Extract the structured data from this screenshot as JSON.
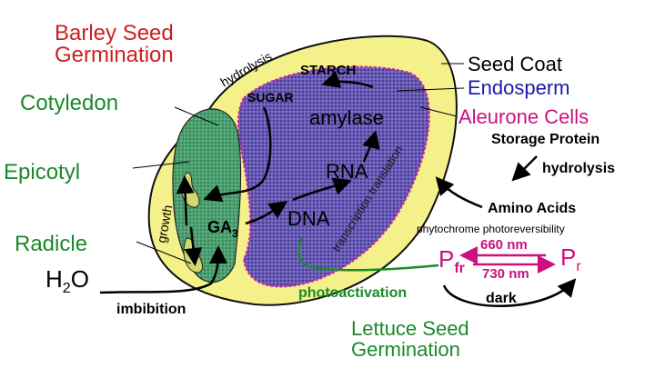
{
  "title_barley": {
    "line1": "Barley Seed",
    "line2": "Germination"
  },
  "title_lettuce": {
    "line1": "Lettuce Seed",
    "line2": "Germination"
  },
  "structures": {
    "cotyledon": "Cotyledon",
    "epicotyl": "Epicotyl",
    "radicle": "Radicle",
    "seed_coat": "Seed Coat",
    "endosperm": "Endosperm",
    "aleurone": "Aleurone Cells",
    "storage_protein": "Storage Protein"
  },
  "process": {
    "starch": "STARCH",
    "sugar": "SUGAR",
    "amylase": "amylase",
    "rna": "RNA",
    "dna": "DNA",
    "ga_main": "GA",
    "ga_sub": "3",
    "hydrolysis_arc": "hydrolysis",
    "growth": "growth",
    "transcription": "transcription translation",
    "hydrolysis": "hydrolysis",
    "amino_acids": "Amino Acids"
  },
  "water": {
    "main": "H",
    "sub": "2",
    "tail": "O",
    "imbibition": "imbibition"
  },
  "phytochrome": {
    "header": "phytochrome photoreversibility",
    "nm660": "660 nm",
    "nm730": "730 nm",
    "pfr_main": "P",
    "pfr_sub": "fr",
    "pr_main": "P",
    "pr_sub": "r",
    "dark": "dark",
    "photoactivation": "photoactivation"
  },
  "colors": {
    "seed_coat": "#f4f08a",
    "endosperm": "#5a4ea0",
    "embryo": "#3e9a6a",
    "aleurone_border": "#d020a0",
    "title_red": "#cc2020",
    "green_text": "#1a8a2a",
    "blue_text": "#1a1aa8",
    "magenta_text": "#cc1080"
  }
}
